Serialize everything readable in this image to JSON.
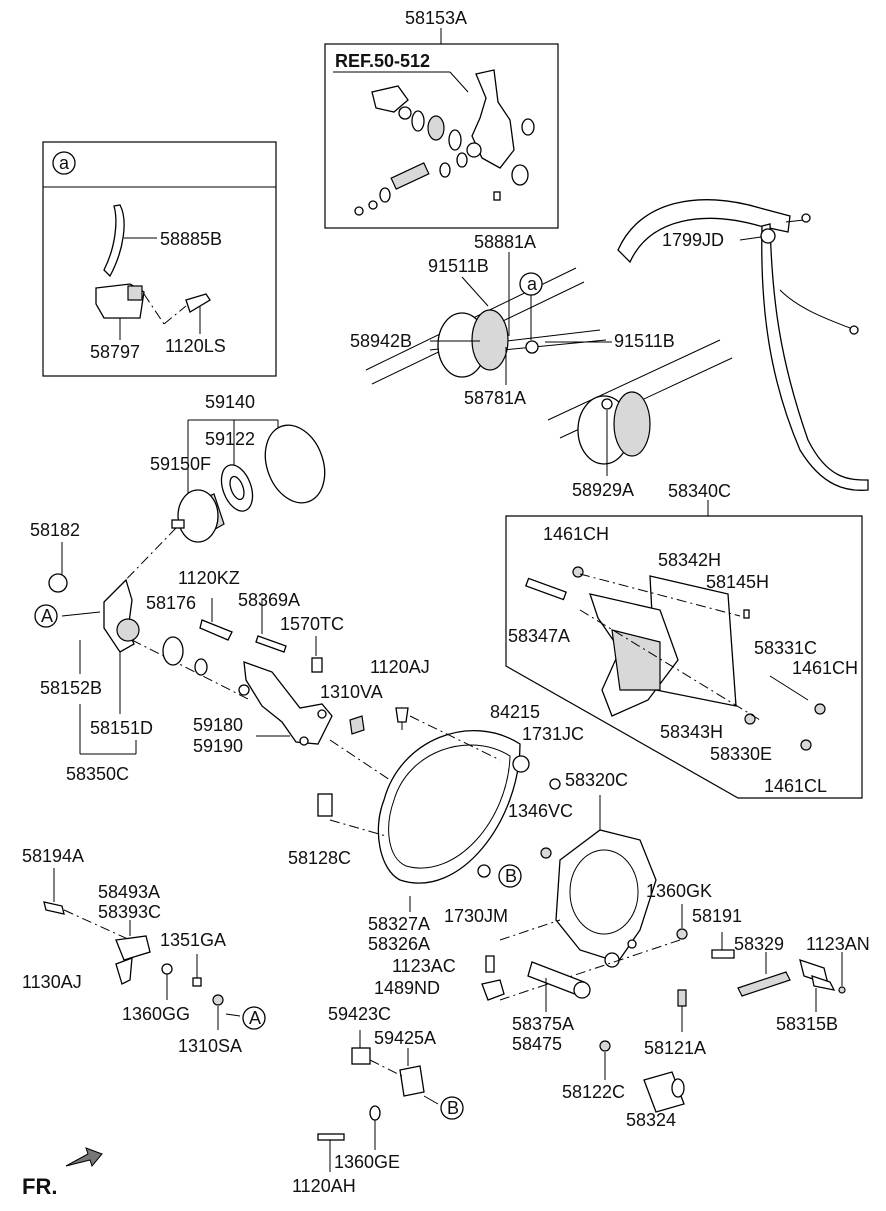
{
  "labels": {
    "l_58153A": "58153A",
    "l_ref": "REF.50-512",
    "l_callout_a": "a",
    "l_58885B": "58885B",
    "l_58797": "58797",
    "l_1120LS": "1120LS",
    "l_1799JD": "1799JD",
    "l_58881A": "58881A",
    "l_91511B_top": "91511B",
    "l_a_small": "a",
    "l_58942B": "58942B",
    "l_91511B_right": "91511B",
    "l_58781A": "58781A",
    "l_58929A": "58929A",
    "l_58340C": "58340C",
    "l_59140": "59140",
    "l_59122": "59122",
    "l_59150F": "59150F",
    "l_58182": "58182",
    "l_circle_A1": "A",
    "l_58152B": "58152B",
    "l_58151D": "58151D",
    "l_58350C": "58350C",
    "l_1120KZ": "1120KZ",
    "l_58176": "58176",
    "l_58369A": "58369A",
    "l_1570TC": "1570TC",
    "l_1120AJ": "1120AJ",
    "l_1310VA": "1310VA",
    "l_59180": "59180",
    "l_59190": "59190",
    "l_84215": "84215",
    "l_1731JC": "1731JC",
    "l_1461CH_top": "1461CH",
    "l_58342H": "58342H",
    "l_58145H": "58145H",
    "l_58347A": "58347A",
    "l_58331C": "58331C",
    "l_1461CH_right": "1461CH",
    "l_58343H": "58343H",
    "l_58330E": "58330E",
    "l_1461CL": "1461CL",
    "l_58320C": "58320C",
    "l_1346VC": "1346VC",
    "l_58128C": "58128C",
    "l_circle_B1": "B",
    "l_1360GK": "1360GK",
    "l_58191": "58191",
    "l_58329": "58329",
    "l_1123AN": "1123AN",
    "l_58194A": "58194A",
    "l_58493A": "58493A",
    "l_58393C": "58393C",
    "l_1351GA": "1351GA",
    "l_58327A": "58327A",
    "l_58326A": "58326A",
    "l_1730JM": "1730JM",
    "l_1123AC": "1123AC",
    "l_1489ND": "1489ND",
    "l_1130AJ": "1130AJ",
    "l_1360GG": "1360GG",
    "l_circle_A2": "A",
    "l_1310SA": "1310SA",
    "l_58315B": "58315B",
    "l_59423C": "59423C",
    "l_59425A": "59425A",
    "l_58375A": "58375A",
    "l_58475": "58475",
    "l_58121A": "58121A",
    "l_58122C": "58122C",
    "l_58324": "58324",
    "l_circle_B2": "B",
    "l_1360GE": "1360GE",
    "l_1120AH": "1120AH",
    "l_fr": "FR."
  }
}
